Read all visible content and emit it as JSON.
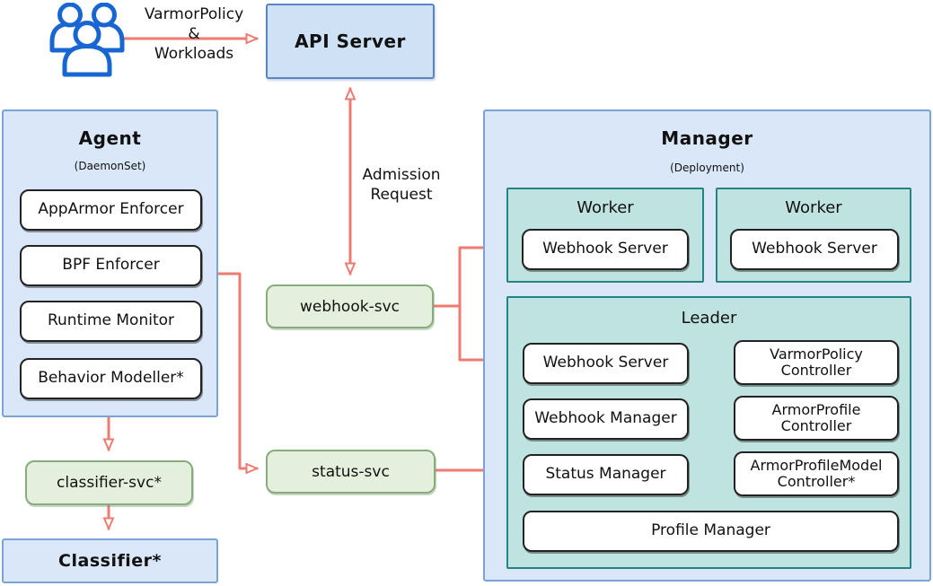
{
  "user_flow": {
    "icon": "users-icon",
    "label": [
      "VarmorPolicy",
      "&",
      "Workloads"
    ]
  },
  "api_server": {
    "title": "API Server"
  },
  "admission_label": [
    "Admission",
    "Request"
  ],
  "agent": {
    "title": "Agent",
    "subtitle": "(DaemonSet)",
    "components": [
      "AppArmor Enforcer",
      "BPF Enforcer",
      "Runtime Monitor",
      "Behavior Modeller*"
    ]
  },
  "services": {
    "webhook_svc": "webhook-svc",
    "status_svc": "status-svc",
    "classifier_svc": "classifier-svc*"
  },
  "classifier": {
    "title": "Classifier*"
  },
  "manager": {
    "title": "Manager",
    "subtitle": "(Deployment)",
    "workers": [
      {
        "title": "Worker",
        "component": "Webhook Server"
      },
      {
        "title": "Worker",
        "component": "Webhook Server"
      }
    ],
    "leader": {
      "title": "Leader",
      "left": [
        "Webhook Server",
        "Webhook Manager",
        "Status Manager"
      ],
      "right": [
        "VarmorPolicy Controller",
        "ArmorProfile Controller",
        "ArmorProfileModel Controller*"
      ],
      "bottom": "Profile Manager"
    }
  },
  "colors": {
    "arrow": "#ee7b72",
    "panel_blue_fill": "#d9e7f8",
    "panel_blue_border": "#7aa3d6",
    "api_fill": "#cfe1f5",
    "api_border": "#5b84c0",
    "teal_fill": "#bfe3e1",
    "teal_border": "#248482",
    "green_fill": "#e4f0dd",
    "green_border": "#86ad7c",
    "users_icon_blue": "#1766d1"
  }
}
